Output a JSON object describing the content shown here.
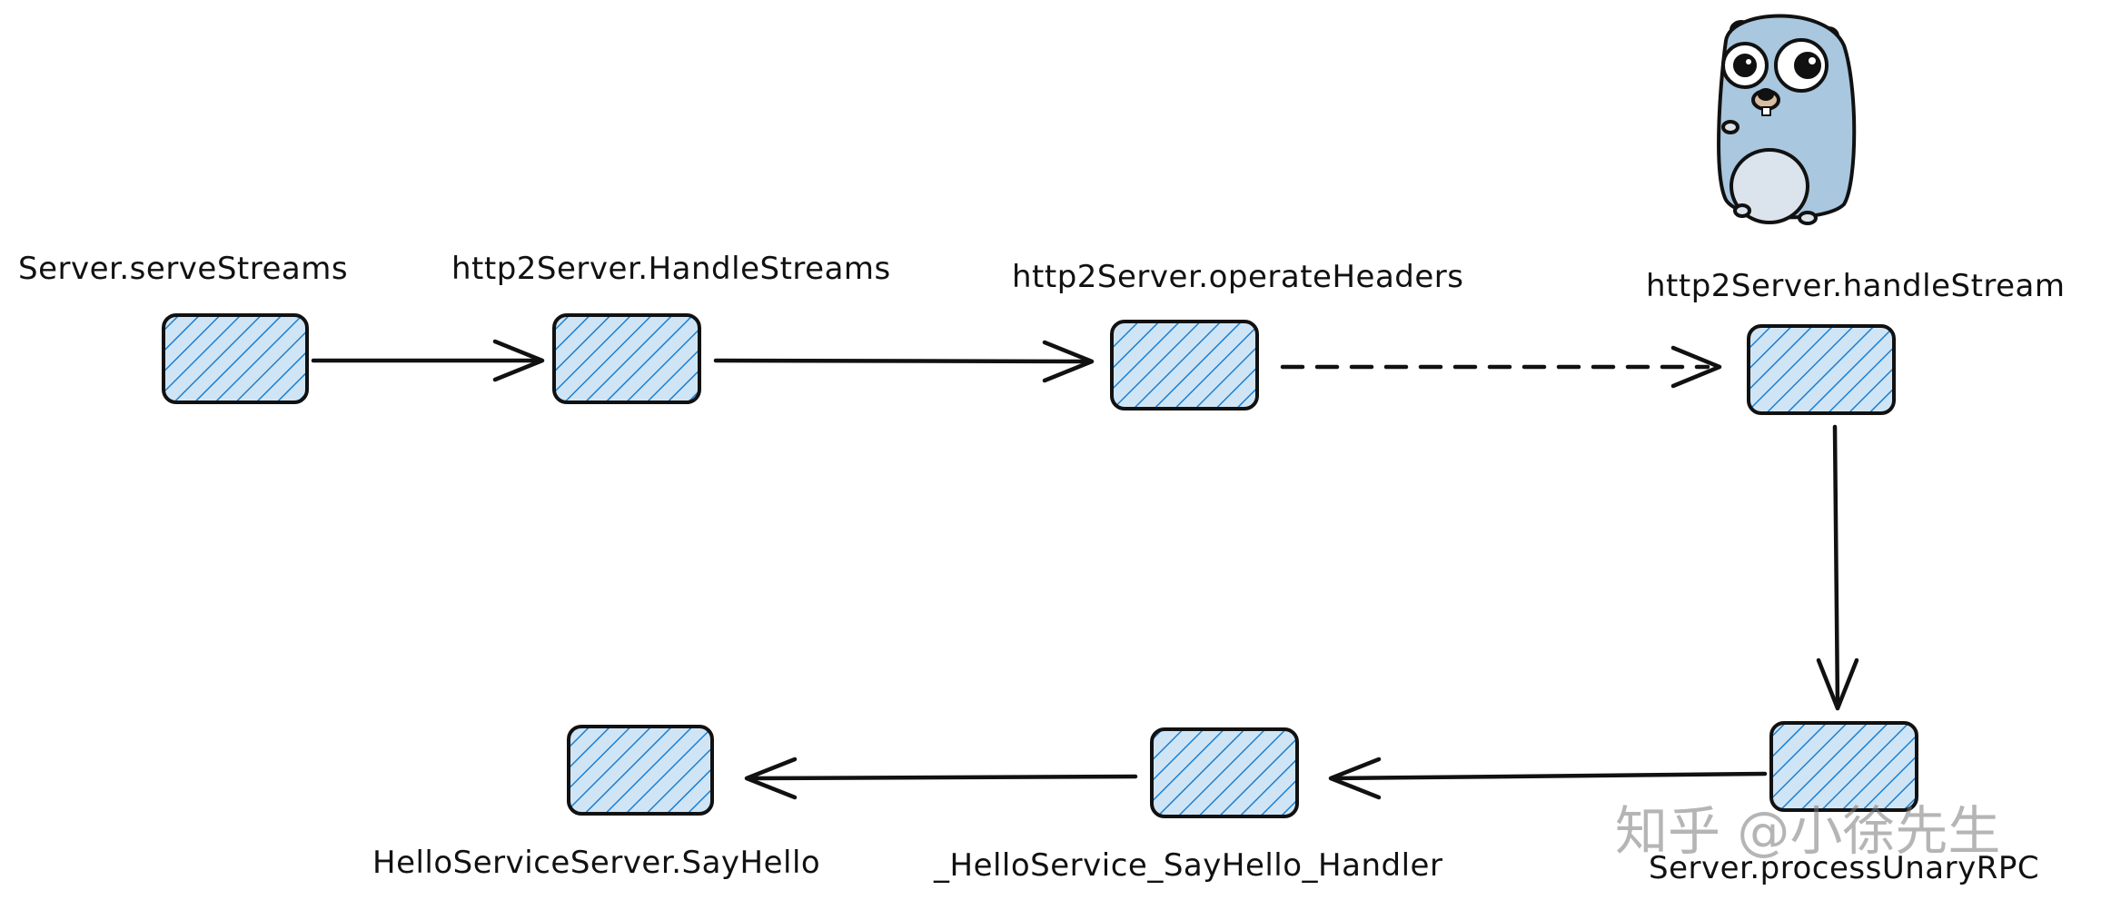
{
  "nodes": [
    {
      "id": "n1",
      "label": "Server.serveStreams"
    },
    {
      "id": "n2",
      "label": "http2Server.HandleStreams"
    },
    {
      "id": "n3",
      "label": "http2Server.operateHeaders"
    },
    {
      "id": "n4",
      "label": "http2Server.handleStream"
    },
    {
      "id": "n5",
      "label": "Server.processUnaryRPC"
    },
    {
      "id": "n6",
      "label": "_HelloService_SayHello_Handler"
    },
    {
      "id": "n7",
      "label": "HelloServiceServer.SayHello"
    }
  ],
  "edges": [
    {
      "from": "n1",
      "to": "n2",
      "style": "solid"
    },
    {
      "from": "n2",
      "to": "n3",
      "style": "solid"
    },
    {
      "from": "n3",
      "to": "n4",
      "style": "dashed"
    },
    {
      "from": "n4",
      "to": "n5",
      "style": "solid"
    },
    {
      "from": "n5",
      "to": "n6",
      "style": "solid"
    },
    {
      "from": "n6",
      "to": "n7",
      "style": "solid"
    }
  ],
  "mascot": "go-gopher-mascot",
  "watermark": "知乎 @小徐先生",
  "colors": {
    "box_fill": "#9ecdee",
    "hatch": "#1e7fd0",
    "stroke": "#111111",
    "gopher": "#a9c7de"
  }
}
